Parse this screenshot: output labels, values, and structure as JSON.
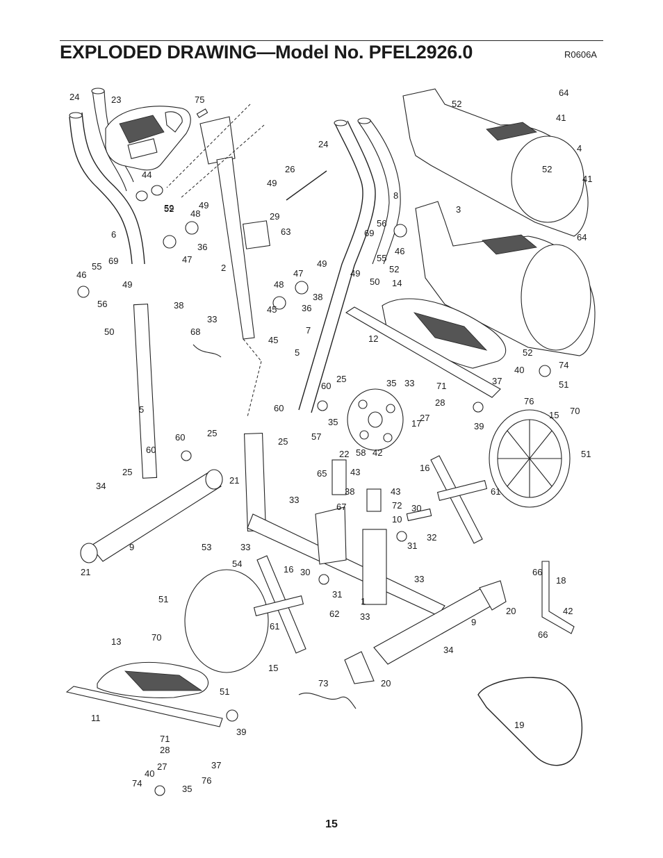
{
  "header": {
    "title": "EXPLODED DRAWING—Model No. PFEL2926.0",
    "code": "R0606A"
  },
  "page_number": "15",
  "part_numbers": [
    "1",
    "2",
    "3",
    "4",
    "5",
    "5",
    "6",
    "7",
    "8",
    "9",
    "9",
    "10",
    "11",
    "12",
    "13",
    "14",
    "15",
    "15",
    "16",
    "16",
    "17",
    "18",
    "19",
    "20",
    "20",
    "21",
    "21",
    "22",
    "23",
    "24",
    "24",
    "25",
    "25",
    "25",
    "25",
    "26",
    "27",
    "27",
    "28",
    "28",
    "29",
    "30",
    "30",
    "31",
    "31",
    "32",
    "33",
    "33",
    "33",
    "33",
    "33",
    "33",
    "34",
    "34",
    "35",
    "35",
    "35",
    "36",
    "36",
    "37",
    "37",
    "38",
    "38",
    "38",
    "39",
    "39",
    "40",
    "40",
    "41",
    "41",
    "42",
    "42",
    "43",
    "43",
    "44",
    "45",
    "45",
    "46",
    "46",
    "47",
    "47",
    "48",
    "48",
    "49",
    "49",
    "49",
    "49",
    "49",
    "50",
    "50",
    "51",
    "51",
    "51",
    "51",
    "52",
    "52",
    "52",
    "52",
    "52",
    "53",
    "54",
    "55",
    "55",
    "56",
    "56",
    "57",
    "58",
    "59",
    "60",
    "60",
    "60",
    "60",
    "61",
    "61",
    "62",
    "63",
    "64",
    "64",
    "65",
    "66",
    "66",
    "67",
    "68",
    "69",
    "69",
    "70",
    "70",
    "71",
    "71",
    "72",
    "73",
    "74",
    "74",
    "75",
    "76",
    "76"
  ]
}
